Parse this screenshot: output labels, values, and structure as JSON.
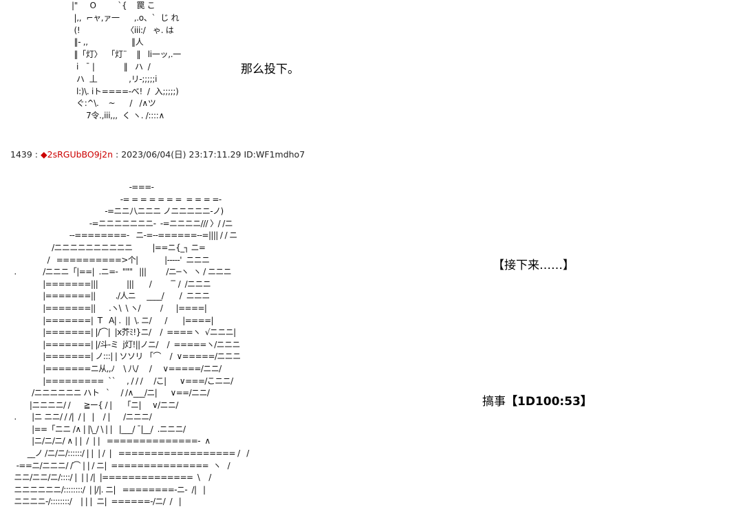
{
  "top_art": {
    "lines": [
      "|\"     O         `{    罠 こ",
      " |,,  ⌐ャ,ァ一      ,.o、`  じ れ",
      " (!                   〈iii:/   ゃ. は",
      " ‖- ,,                  ‖人",
      " ‖「灯〉  「灯¨    ‖   li一ッ,.一",
      "  i   ¯ |            ‖   ハ  /",
      "  ハ  丄             ,リ-;;;;;i",
      "  l:)\\. iト====-べ!  /  入;;;;;)",
      "  ぐ:^\\.    ~      /   /∧ツ",
      "      7令.,iii,,,  く ヽ. /::::∧"
    ]
  },
  "captions": {
    "cap1": "那么投下。",
    "cap2": "【接下来……】",
    "cap3_prefix": "搞事",
    "cap3_dice": "【1D100:53】"
  },
  "post": {
    "number": "1439",
    "separator": ":",
    "trip": "◆2sRGUbBO9j2n",
    "datetime": "2023/06/04(日) 23:17:11.29",
    "id": "ID:WF1mdho7"
  },
  "main_art": {
    "lines": [
      "                                                      -===-",
      "                                                  -= = = = = = =  = = = =-",
      "                                           -=ニニ八ニニニ ノニニニニニ-ノ)",
      "                                    -=ニニニニニニニ-  -=ニニニニ/// 〉/ /ニ",
      "                           --========-   ニ-=--======--=|||| / / ニ",
      "                   /ニニニニニニニニニニ         |==ニ{_┐ ニ=",
      "                 /   ==========>个|            |-----'  ニニニ",
      "  .            /ニニニ「|==|  .ニ=-  \"\"\"   |||         /ニ─ヽ  ヽ / ニニニ",
      "               |=======|||             |||       /          ̄ ̄ /  /ニニニ",
      "               |=======||         ./人ニ     ____/       /  ニニニ",
      "               |=======||      .ヽ\\  \\ ヽ/         /      |====|",
      "               |=======|  T   A| .  ||  \\. ニ/      /       |====|",
      "               |=======| |/⌒|  |x芥ﾐ!}ニ/    /  ====ヽ  √ニニニ|",
      "               |=======| |/斗-ミ  j灯!||ノニ/    /  =====ヽ/ニニニ",
      "               |=======| ノ:::| | ソソリ 「⌒    /  ∨=====/ニニニ",
      "               |=======ニ从,,ﾉ    \\ 八/     /     ∨=====/ニニ/",
      "               |=========  ``     , / / /     /こ|      ∨===/こニニ/",
      "          /ニニニニニニ ハト   `     / /∧___/ニ|      ∨==/ニニ/",
      "         |ニニニニ/ /      ≧ー{ / |     「ニ|     ∨/ニニ/",
      "  .       |ニ ニニ/ / /|  / |   |    / |      /ニニニ/",
      "          |==「ニニ /∧ | |\\_/ \\ | |   |___/ ¯|__/  .ニニニ/",
      "          |ニ/ニ/ニ/ ∧ | |  /  | |   ==============-  ∧",
      "        __ノ /ニ/ニ/::::::/ | |  | /  |   ================== /   /",
      "   -==ニ/ニニニ/ /⌒ | | / ニ|  ===============  ヽ   /",
      "  ニニ/ニニ/ニ/::::/ |  | | /|  |==============  \\    /",
      "  ニニニニニニ/::::::::/  | |/|. ニ|   ========-ニ-  /|   |",
      "  ニニニニ-/::::::::/    | | |  ニ|  ======-/ニ/  /   |"
    ]
  }
}
